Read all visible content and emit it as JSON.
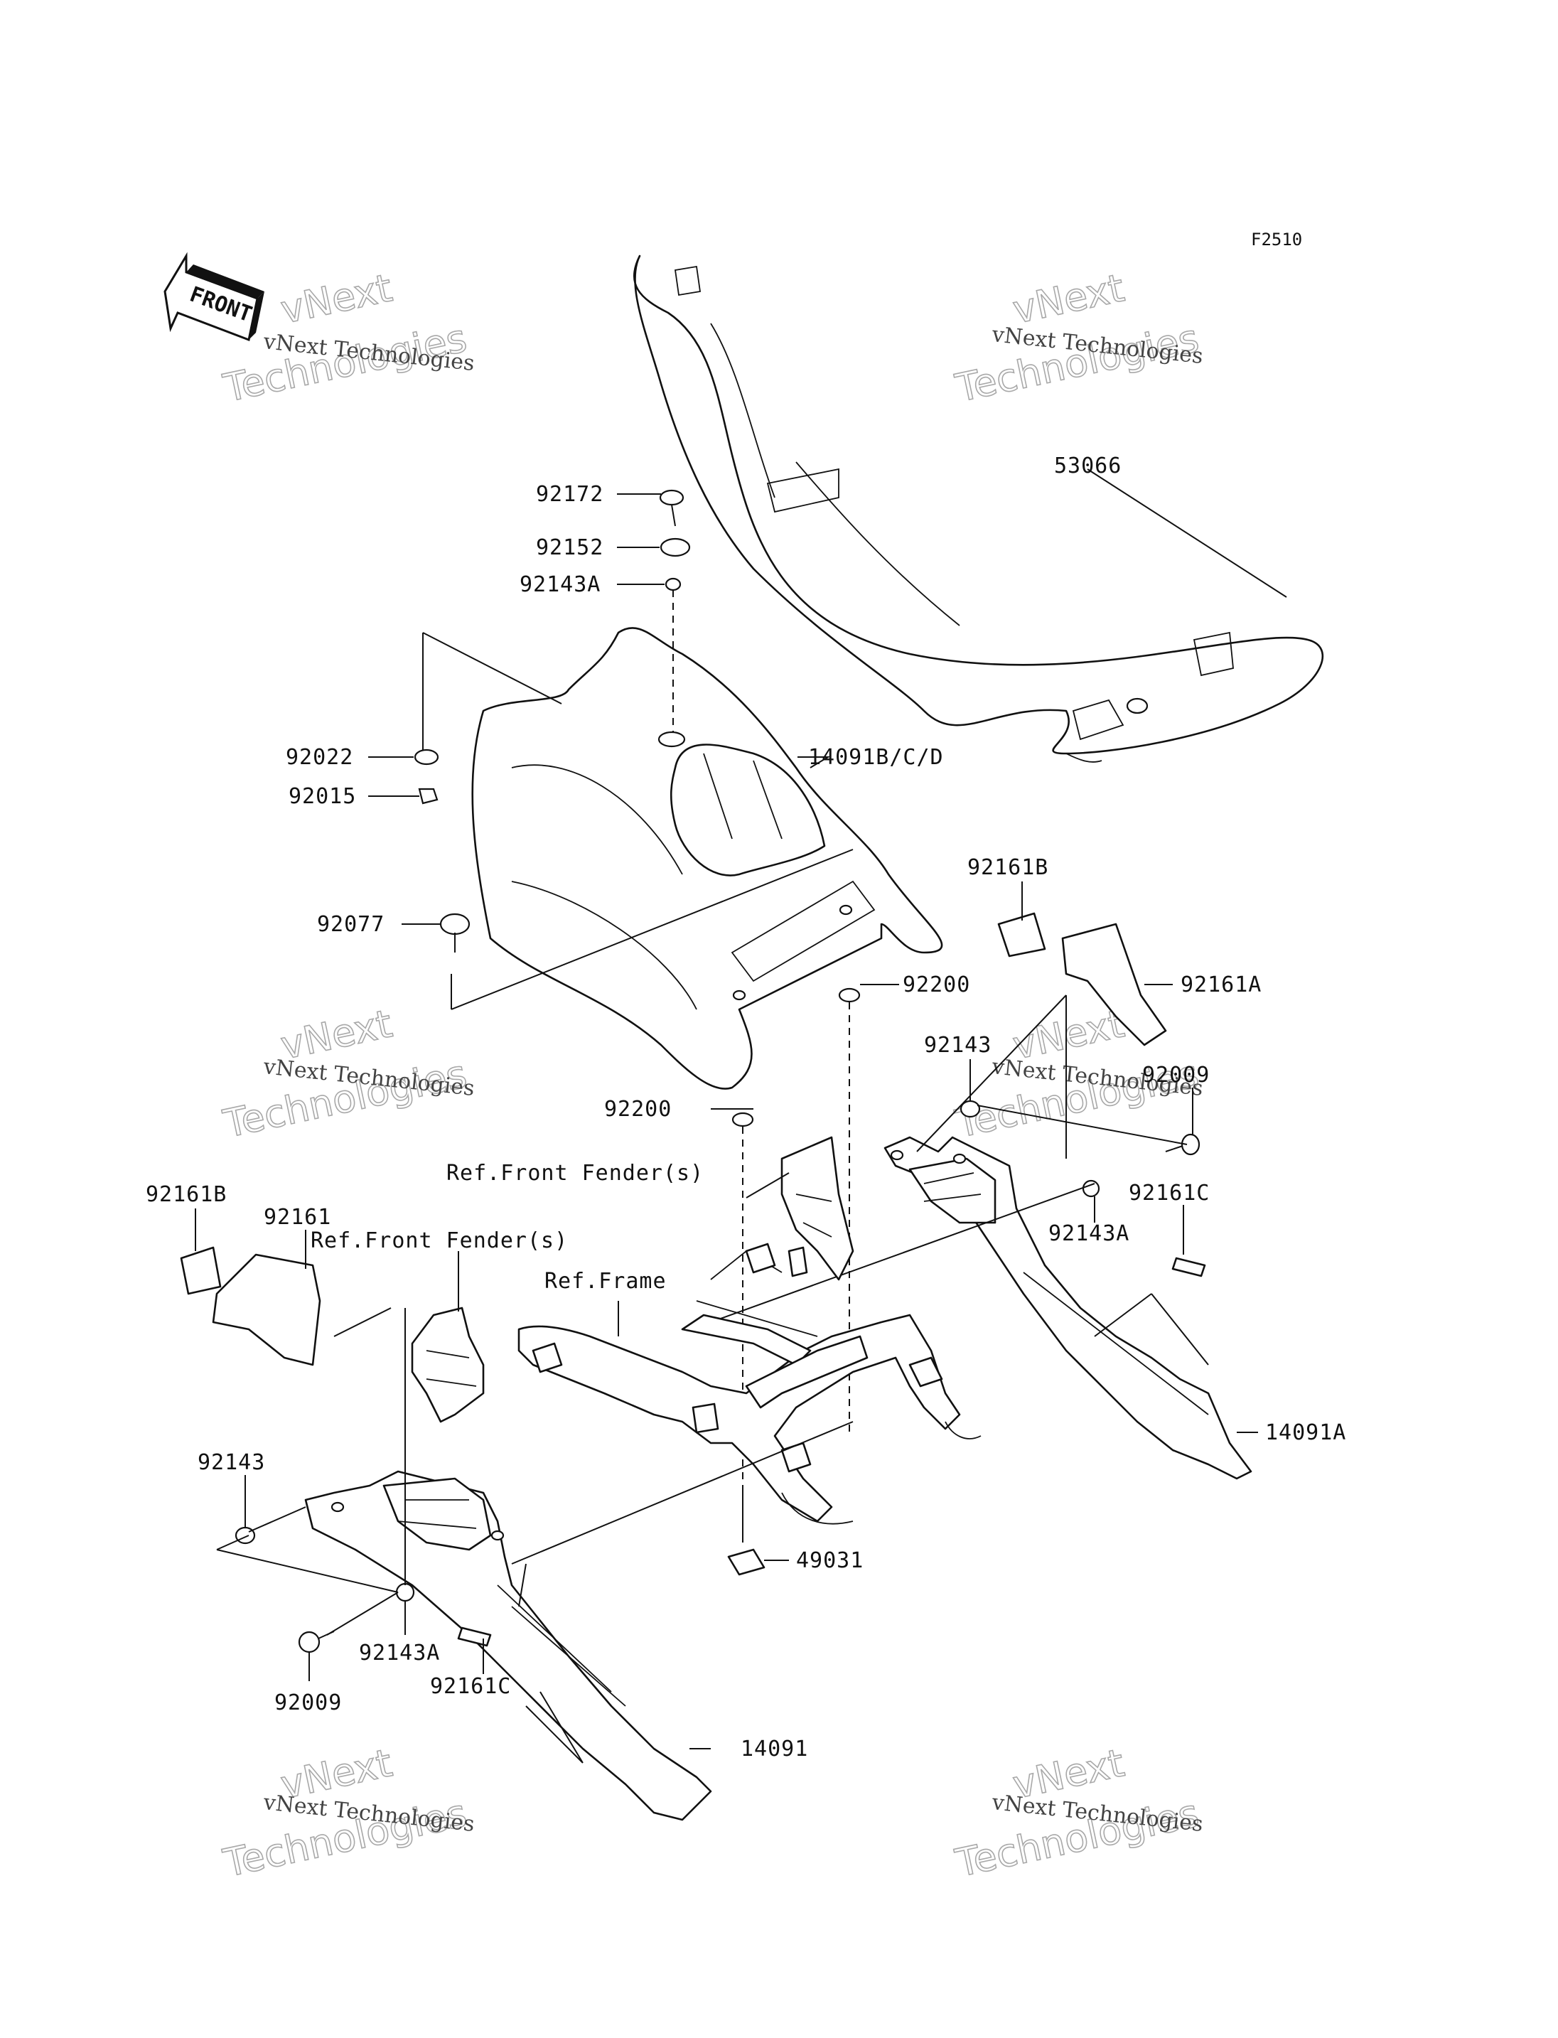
{
  "figure_code": "F2510",
  "front_arrow_label": "FRONT",
  "watermark": {
    "line1": "vNext Technologies",
    "line2": "vNext",
    "line3": "Technologies"
  },
  "part_labels": {
    "p53066": "53066",
    "p92172": "92172",
    "p92152": "92152",
    "p92143A_top": "92143A",
    "p92022": "92022",
    "p92015": "92015",
    "p14091BCD": "14091B/C/D",
    "p92077": "92077",
    "p92161B_right": "92161B",
    "p92161A": "92161A",
    "p92200_upper": "92200",
    "p92143_right": "92143",
    "p92009_right": "92009",
    "p92200_lower": "92200",
    "p92161C_right": "92161C",
    "p92143A_right": "92143A",
    "p14091A": "14091A",
    "p92161B_left": "92161B",
    "p92161": "92161",
    "p92143_left": "92143",
    "p49031": "49031",
    "p92143A_left": "92143A",
    "p92009_left": "92009",
    "p92161C_left": "92161C",
    "p14091": "14091"
  },
  "reference_labels": {
    "front_fender_1": "Ref.Front Fender(s)",
    "front_fender_2": "Ref.Front Fender(s)",
    "frame": "Ref.Frame"
  }
}
